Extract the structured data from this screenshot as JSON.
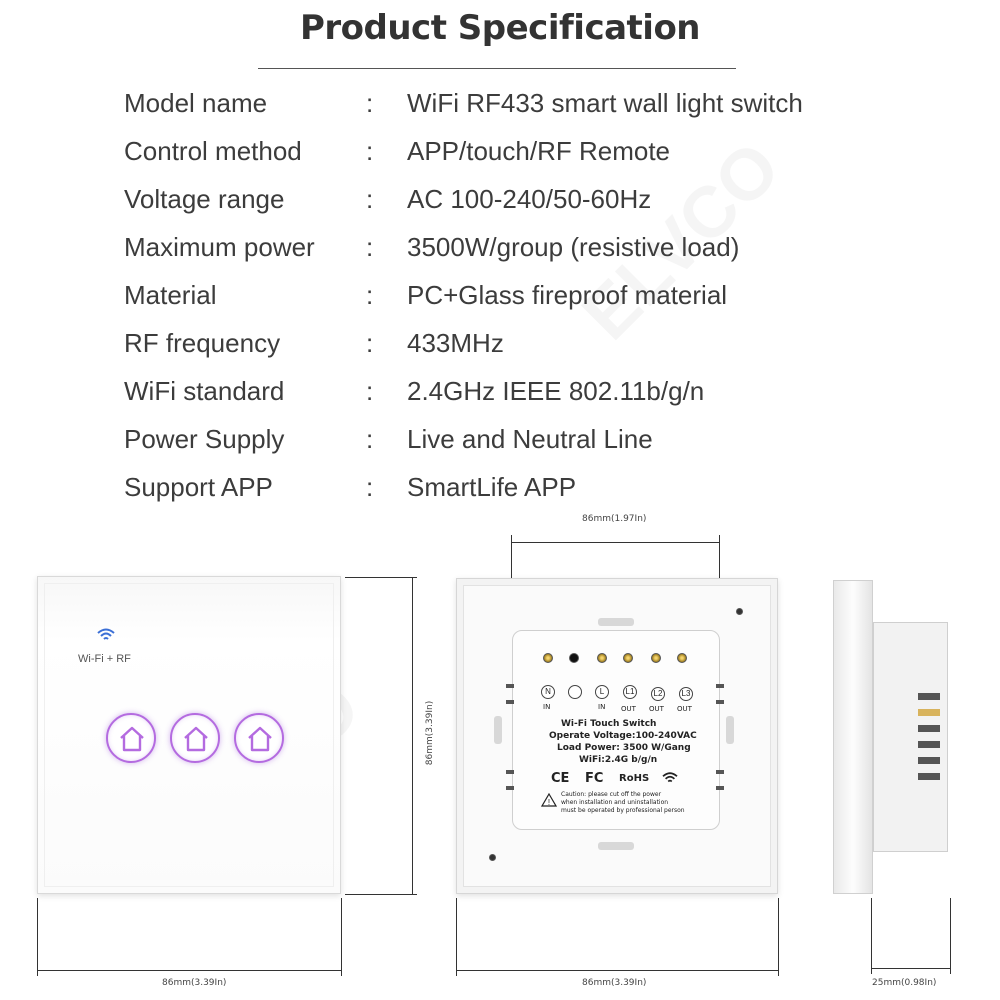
{
  "title": "Product Specification",
  "watermark": "ELVCO",
  "specs": [
    {
      "key": "Model name",
      "sep": ":",
      "value": "WiFi RF433 smart wall light switch"
    },
    {
      "key": "Control method",
      "sep": ":",
      "value": "APP/touch/RF Remote"
    },
    {
      "key": "Voltage range",
      "sep": ":",
      "value": "AC 100-240/50-60Hz"
    },
    {
      "key": "Maximum power",
      "sep": ":",
      "value": "3500W/group (resistive load)"
    },
    {
      "key": "Material",
      "sep": ":",
      "value": "PC+Glass fireproof material"
    },
    {
      "key": "RF frequency",
      "sep": ":",
      "value": "433MHz"
    },
    {
      "key": "WiFi standard",
      "sep": ":",
      "value": "2.4GHz IEEE 802.11b/g/n"
    },
    {
      "key": "Power Supply",
      "sep": ":",
      "value": " Live and Neutral Line"
    },
    {
      "key": "Support APP",
      "sep": ":",
      "value": "SmartLife APP"
    }
  ],
  "dimensions": {
    "module_width": "86mm(1.97In)",
    "front_height": "86mm(3.39In)",
    "front_width": "86mm(3.39In)",
    "back_width": "86mm(3.39In)",
    "side_depth": "25mm(0.98In)"
  },
  "front_panel": {
    "label": "Wi-Fi + RF",
    "button_count": 3,
    "accent_color": "#b46be0"
  },
  "back_module": {
    "title": "Wi-Fi Touch Switch",
    "voltage": "Operate Voltage:100-240VAC",
    "load": "Load Power: 3500 W/Gang",
    "wifi": "WiFi:2.4G b/g/n",
    "cert_ce": "CE",
    "cert_fc": "FC",
    "cert_rohs": "RoHS",
    "caution_1": "Caution: please cut off the power",
    "caution_2": "when installation and uninstallation",
    "caution_3": "must be operated by professional person",
    "terminals": [
      "N",
      "",
      "L",
      "L1",
      "L2",
      "L3"
    ],
    "terminal_labels": [
      "IN",
      "",
      "IN",
      "OUT",
      "OUT",
      "OUT"
    ]
  }
}
